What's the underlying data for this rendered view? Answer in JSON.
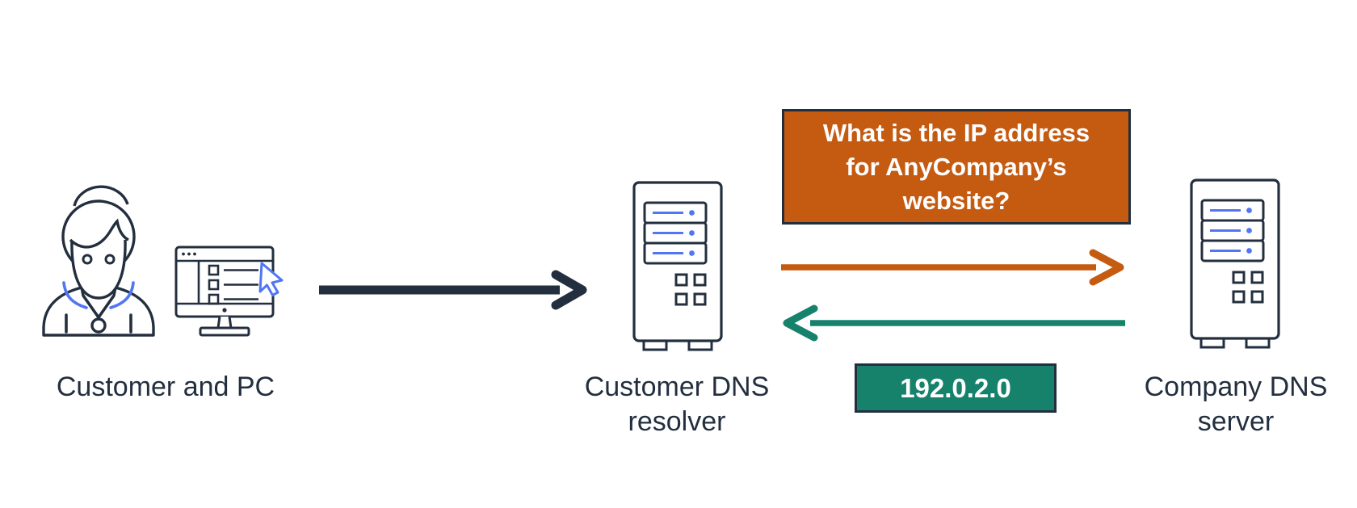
{
  "colors": {
    "orange": "#C55A11",
    "teal": "#16826C",
    "ink": "#232F3E",
    "blue": "#5276F3",
    "white": "#FFFFFF"
  },
  "nodes": {
    "customer": {
      "label": "Customer and PC",
      "icons": [
        "person-icon",
        "monitor-icon"
      ]
    },
    "resolver": {
      "label_lines": [
        "Customer DNS",
        "resolver"
      ],
      "icon": "server-icon"
    },
    "company": {
      "label_lines": [
        "Company DNS",
        "server"
      ],
      "icon": "server-icon"
    }
  },
  "messages": {
    "query": {
      "lines": [
        "What is the IP address",
        "for AnyCompany’s",
        "website?"
      ],
      "color": "#C55A11"
    },
    "response": {
      "text": "192.0.2.0",
      "color": "#16826C"
    }
  },
  "arrows": [
    {
      "name": "customer-to-resolver",
      "direction": "right",
      "color": "#232F3E"
    },
    {
      "name": "resolver-to-company",
      "direction": "right",
      "color": "#C55A11"
    },
    {
      "name": "company-to-resolver",
      "direction": "left",
      "color": "#16826C"
    }
  ]
}
